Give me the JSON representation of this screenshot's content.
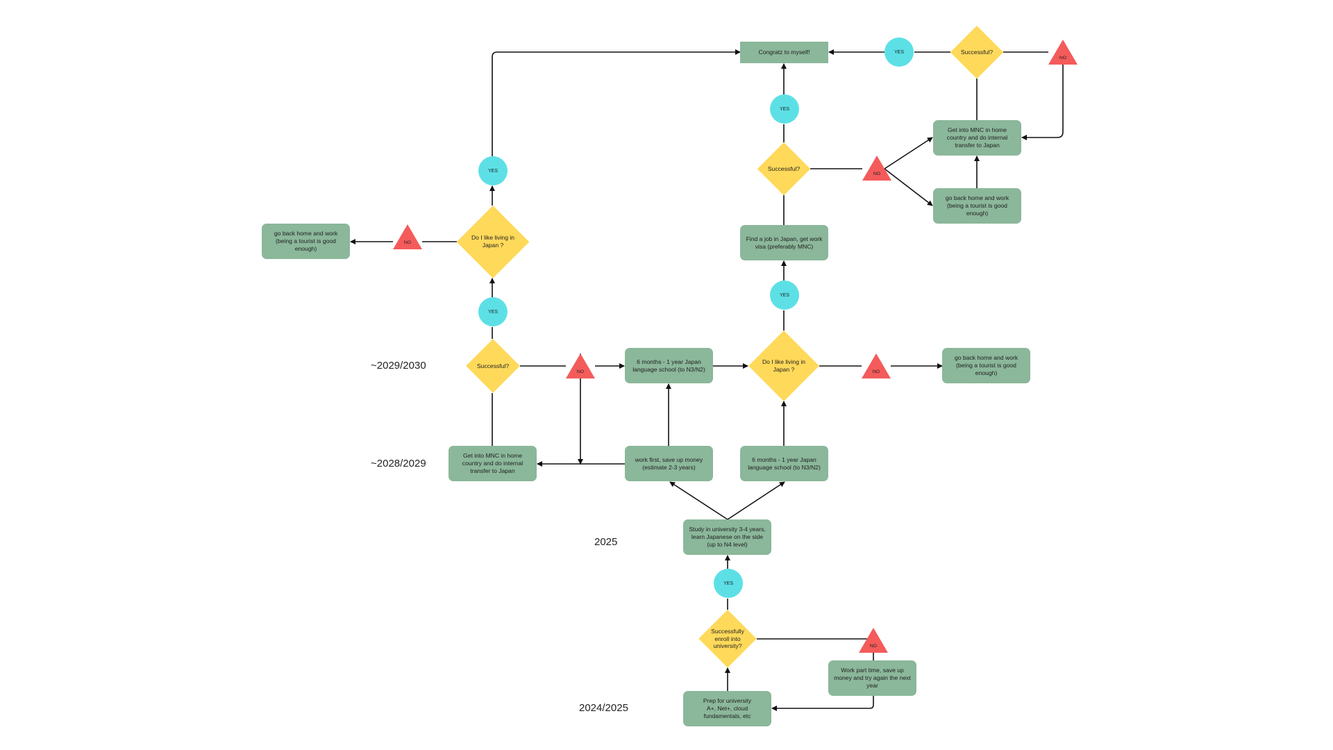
{
  "timeline": {
    "y2024_2025": "2024/2025",
    "y2025": "2025",
    "y2028_2029": "~2028/2029",
    "y2029_2030": "~2029/2030"
  },
  "nodes": {
    "prep_university": "Prep for university\nA+, Net+, cloud fundamentals, etc",
    "enroll_decision": "Successfully enroll into university?",
    "enroll_yes": "YES",
    "enroll_no": "NO",
    "work_part_time": "Work part time, save up money and try again the next year",
    "study_university": "Study in university 3-4 years, learn Japanese on the side (up to N4 level)",
    "work_first": "work first, save up money (estimate 2-3 years)",
    "language_school_right": "6 months - 1 year Japan language school (to N3/N2)",
    "mnc_left": "Get into MNC in home country and do internal transfer to Japan",
    "successful_left": "Successful?",
    "successful_left_no": "NO",
    "successful_left_yes": "YES",
    "language_school_mid": "6 months - 1 year Japan language school (to N3/N2)",
    "like_japan_mid": "Do I like living in Japan ?",
    "like_japan_mid_no": "NO",
    "go_home_mid": "go back home and work (being a tourist is good enough)",
    "like_japan_mid_yes": "YES",
    "find_job": "Find a job in Japan, get work visa (preferably MNC)",
    "successful_mid": "Successful?",
    "successful_mid_yes": "YES",
    "successful_mid_no": "NO",
    "congratz": "Congratz to myself!",
    "like_japan_left": "Do I like living in Japan ?",
    "like_japan_left_yes": "YES",
    "like_japan_left_no": "NO",
    "go_home_left": "go back home and work (being a tourist is good enough)",
    "mnc_right": "Get into MNC in home country and do internal transfer to Japan",
    "go_home_right": "go back home and work (being a tourist is good enough)",
    "successful_top": "Successful?",
    "successful_top_yes": "YES",
    "successful_top_no": "NO"
  },
  "colors": {
    "process_box": "#8bb79a",
    "decision": "#ffd95a",
    "yes_circle": "#5ce0e6",
    "no_triangle": "#f45b5b",
    "connector": "#111111"
  }
}
